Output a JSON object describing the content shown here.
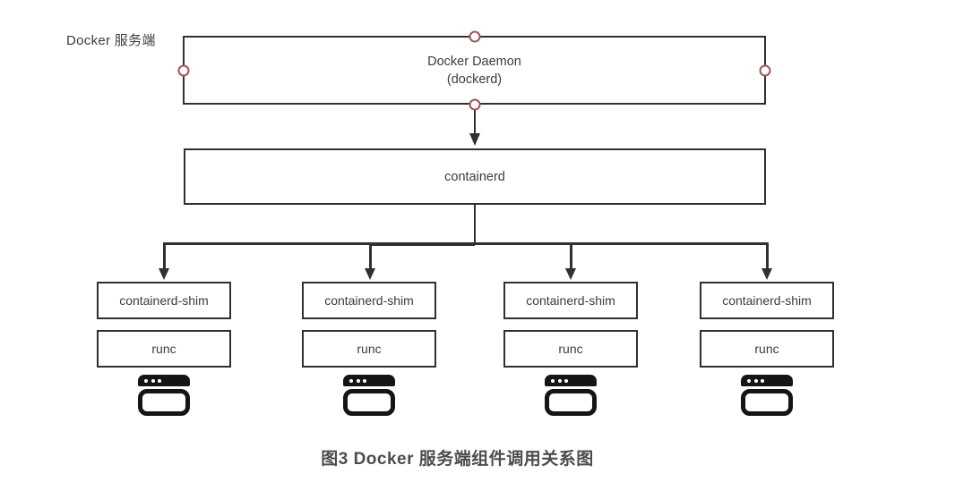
{
  "diagram": {
    "side_label": "Docker 服务端",
    "daemon": {
      "title": "Docker Daemon",
      "subtitle": "(dockerd)"
    },
    "containerd_label": "containerd",
    "columns": [
      {
        "shim": "containerd-shim",
        "runc": "runc",
        "icon": "terminal-window-icon"
      },
      {
        "shim": "containerd-shim",
        "runc": "runc",
        "icon": "terminal-window-icon"
      },
      {
        "shim": "containerd-shim",
        "runc": "runc",
        "icon": "terminal-window-icon"
      },
      {
        "shim": "containerd-shim",
        "runc": "runc",
        "icon": "terminal-window-icon"
      }
    ],
    "caption": "图3 Docker 服务端组件调用关系图",
    "colors": {
      "line": "#303030",
      "box_border": "#303030",
      "handle_accent": "#a0565a",
      "text": "#3c3c3c",
      "caption_text": "#4c4c4c",
      "icon": "#151515",
      "background": "#ffffff"
    }
  }
}
